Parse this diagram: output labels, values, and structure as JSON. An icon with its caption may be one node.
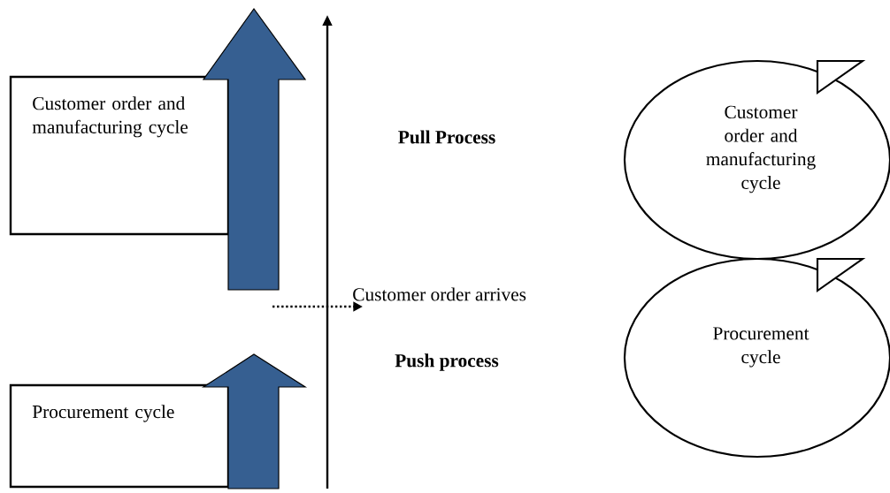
{
  "diagram": {
    "nodes": [
      {
        "text": [
          "Customer order and manufacturing cycle"
        ]
      },
      {
        "text": [
          "Procurement cycle"
        ]
      },
      {
        "text": [
          "Customer order and manufacturing cycle"
        ]
      },
      {
        "text": [
          "Procurement cycle"
        ]
      }
    ],
    "labels": [
      "Pull Process",
      "Customer order arrives",
      "Push process"
    ]
  }
}
